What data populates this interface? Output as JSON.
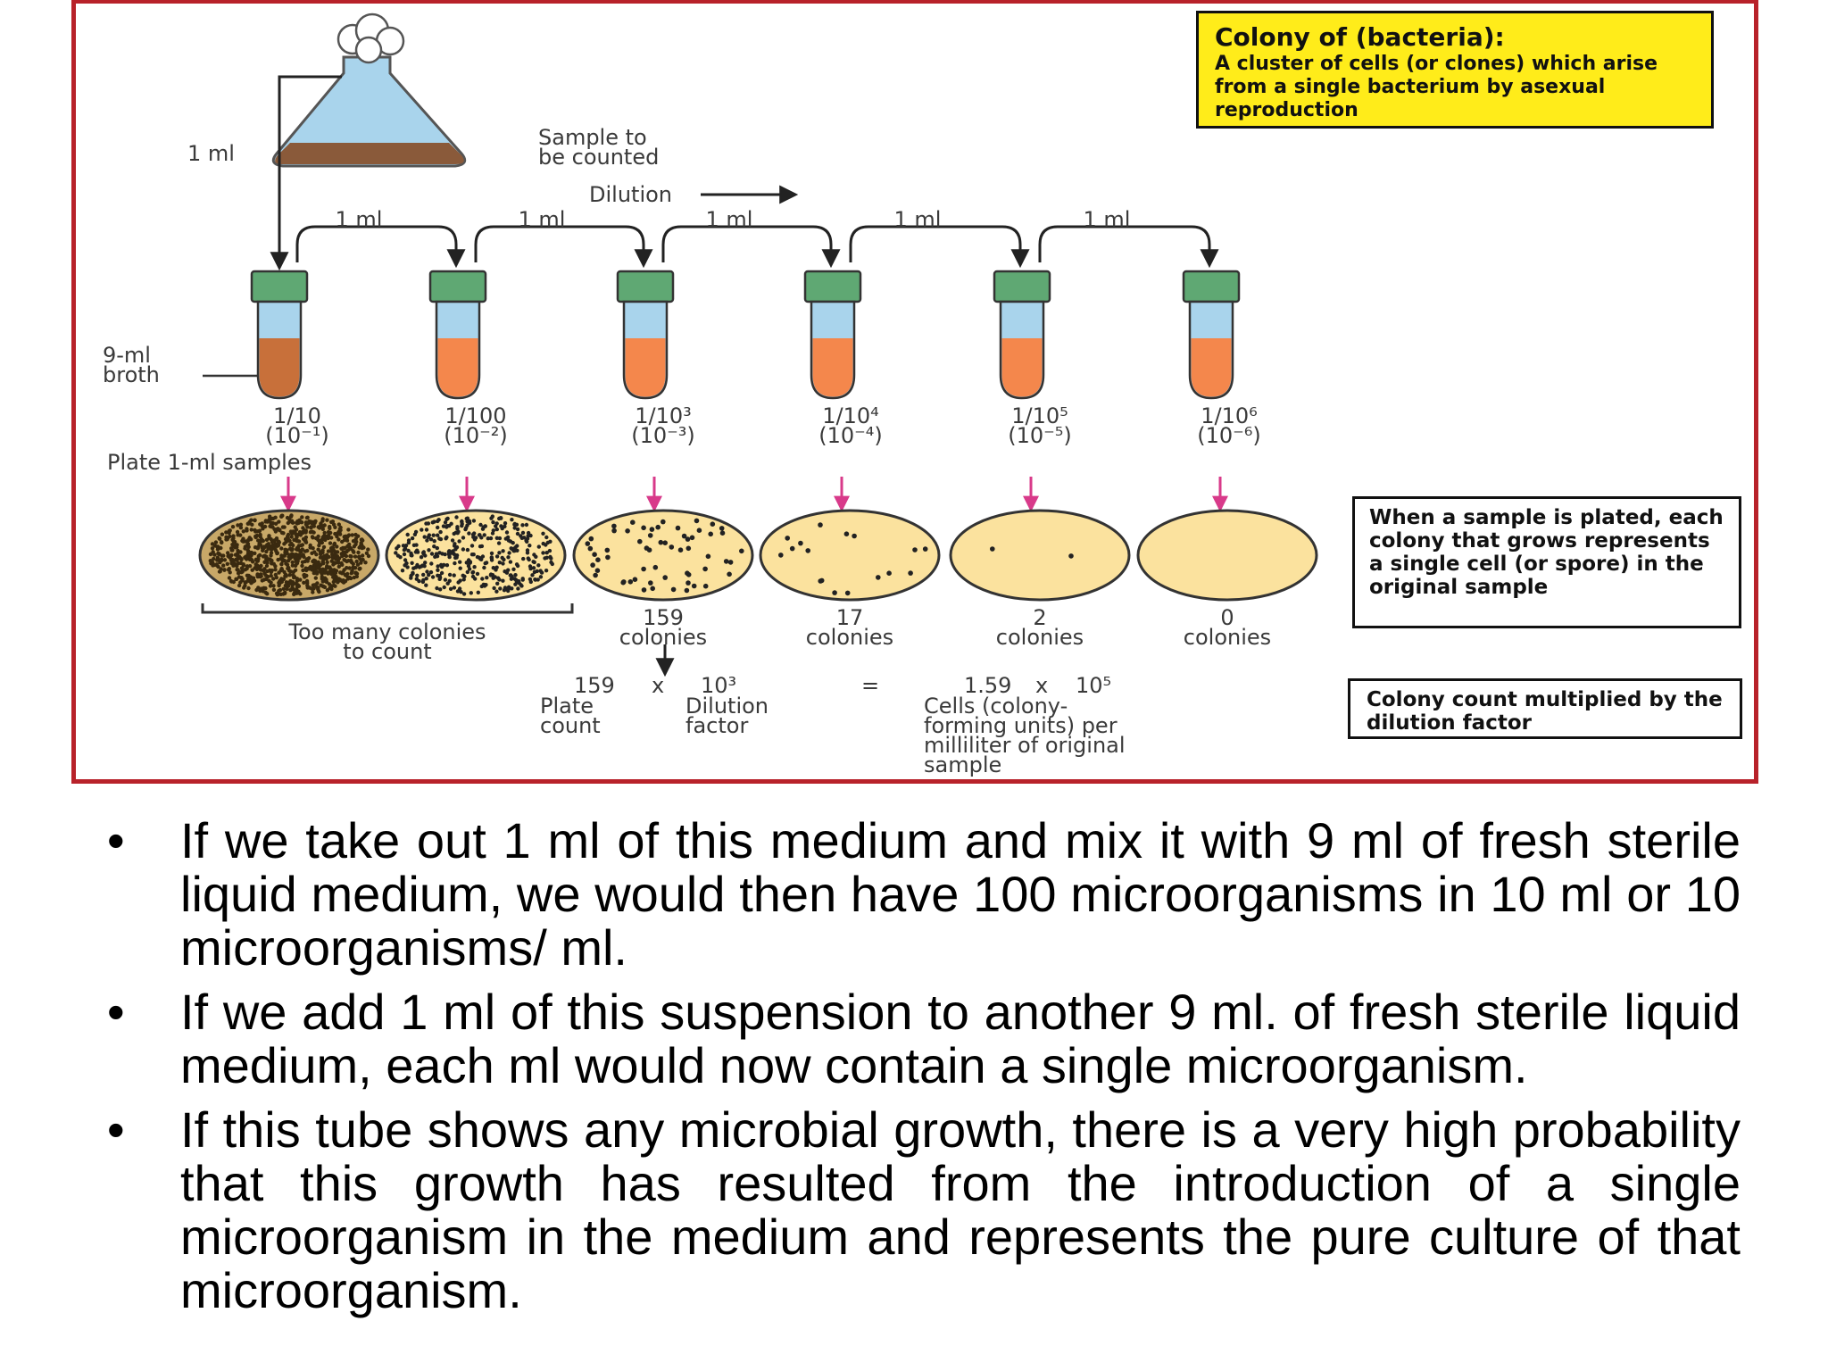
{
  "figure": {
    "flask_label": "Sample to be counted",
    "flask_label_line1": "Sample to",
    "flask_label_line2": "be counted",
    "transfer_1ml": "1 ml",
    "dilution_label": "Dilution",
    "broth_label_line1": "9-ml",
    "broth_label_line2": "broth",
    "plate_label": "Plate 1-ml samples",
    "tubes": [
      {
        "fraction": "1/10",
        "power": "(10⁻¹)"
      },
      {
        "fraction": "1/100",
        "power": "(10⁻²)"
      },
      {
        "fraction": "1/10³",
        "power": "(10⁻³)"
      },
      {
        "fraction": "1/10⁴",
        "power": "(10⁻⁴)"
      },
      {
        "fraction": "1/10⁵",
        "power": "(10⁻⁵)"
      },
      {
        "fraction": "1/10⁶",
        "power": "(10⁻⁶)"
      }
    ],
    "too_many_line1": "Too many colonies",
    "too_many_line2": "to count",
    "plates": [
      {
        "count": "159",
        "unit": "colonies"
      },
      {
        "count": "17",
        "unit": "colonies"
      },
      {
        "count": "2",
        "unit": "colonies"
      },
      {
        "count": "0",
        "unit": "colonies"
      }
    ],
    "calc": {
      "plate_count": "159",
      "times": "x",
      "dilution_factor": "10³",
      "equals": "=",
      "result_mantissa": "1.59",
      "result_exp": "10⁵",
      "plate_label_line1": "Plate",
      "plate_label_line2": "count",
      "dilution_label_line1": "Dilution",
      "dilution_label_line2": "factor",
      "result_label_line1": "Cells (colony-",
      "result_label_line2": "forming units) per",
      "result_label_line3": "milliliter of original",
      "result_label_line4": "sample"
    },
    "definition": {
      "title": "Colony of (bacteria):",
      "text": "A cluster of cells (or clones) which arise from a single bacterium by asexual reproduction"
    },
    "plated_note": "When a sample is plated, each colony that grows represents a single cell (or spore) in the original sample",
    "count_note": "Colony count multiplied by the dilution factor",
    "colors": {
      "border": "#b8222a",
      "definition_bg": "#ffec1a",
      "tube_cap": "#5fa873",
      "tube_liquid": "#f4874c",
      "tube_liquid_first": "#c8703a",
      "tube_air": "#a9d4ec",
      "flask_glass": "#a9d4ec",
      "flask_sediment": "#8a5a3a",
      "plate_fill": "#fbe29e",
      "arrow_pink": "#d83a8a"
    }
  },
  "bullets": [
    "If we take out 1 ml of this medium and mix it with 9 ml of fresh sterile liquid medium, we would then have 100 microorganisms in 10  ml or 10 microorganisms/ ml.",
    "If we add 1 ml of this suspension to another 9 ml. of fresh sterile  liquid medium, each ml would now contain a single microorganism.",
    "If this tube shows any microbial growth, there is a very high probability that this growth has resulted from the introduction of a  single microorganism in the medium and represents the pure culture  of that microorganism."
  ]
}
